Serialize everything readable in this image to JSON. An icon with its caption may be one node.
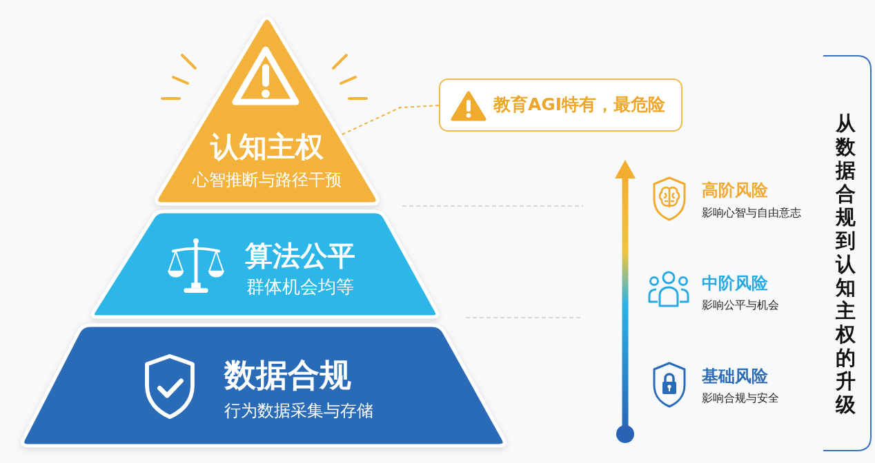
{
  "diagram": {
    "nodes": [
      {
        "text": [
          "认知主权",
          "心智推断与路径干预"
        ]
      },
      {
        "text": [
          "教育AGI特有，最危险"
        ]
      },
      {
        "text": [
          "算法公平",
          "群体机会均等"
        ]
      },
      {
        "text": [
          "数据合规",
          "行为数据采集与存储"
        ]
      }
    ],
    "edges": [
      {
        "from": 1,
        "to": 0,
        "arrow": "none",
        "style": "dashed"
      }
    ],
    "labels": [
      "高阶风险",
      "影响心智与自由意志",
      "中阶风险",
      "影响公平与机会",
      "基础风险",
      "影响合规与安全",
      "从数据合规到认知主权的升级"
    ]
  }
}
